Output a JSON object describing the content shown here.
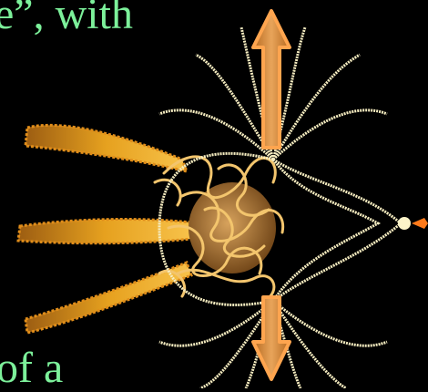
{
  "slide": {
    "caption_top": "e”, with",
    "caption_bottom": "of a"
  },
  "colors": {
    "background": "#000000",
    "caption_text": "#7cf09a",
    "field_lines": "#f5ecc0",
    "arrow_fill": "#c97a2a",
    "arrow_outline": "#ffa54f",
    "tangle": "#f3c56d",
    "core": "#a9702a",
    "tail": "#d98f1d"
  },
  "diagram": {
    "icons": [
      "arrow-up-icon",
      "arrow-down-icon",
      "flagella-tails",
      "field-line-loops",
      "dipole-core"
    ]
  }
}
